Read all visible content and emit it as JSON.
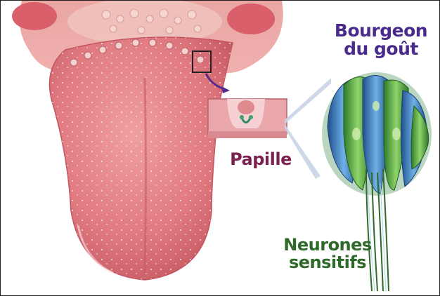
{
  "labels": {
    "bourgeon_line1": "Bourgeon",
    "bourgeon_line2": "du goût",
    "papille": "Papille",
    "neurones_line1": "Neurones",
    "neurones_line2": "sensitifs"
  },
  "colors": {
    "tongue": "#e8868a",
    "tongue_dark": "#c85a62",
    "bourgeon_text": "#4a2a8a",
    "papille_text": "#7a1f4e",
    "neurones_text": "#2f6a2a",
    "bud_green": "#5fb24a",
    "bud_blue": "#3a7fc4",
    "arrow": "#5a2a8a"
  }
}
